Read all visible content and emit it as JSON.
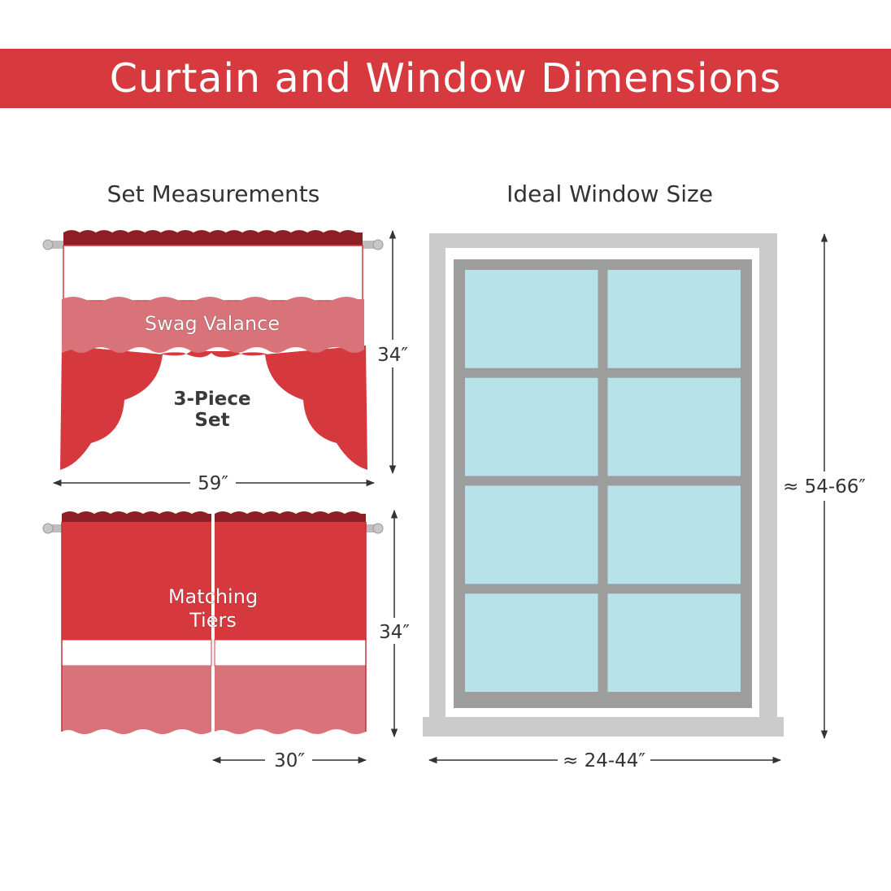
{
  "header": {
    "title": "Curtain and Window Dimensions"
  },
  "set_measurements": {
    "title": "Set Measurements",
    "swag_label": "Swag Valance",
    "set_label_line1": "3-Piece",
    "set_label_line2": "Set",
    "swag_height": "34″",
    "swag_width": "59″",
    "tiers_label_line1": "Matching",
    "tiers_label_line2": "Tiers",
    "tiers_height": "34″",
    "tier_width": "30″"
  },
  "window": {
    "title": "Ideal Window Size",
    "height_range": "≈ 54-66″",
    "width_range": "≈ 24-44″",
    "pane_rows": 4,
    "pane_cols": 2
  },
  "colors": {
    "banner_red": "#d63a3f",
    "curtain_red": "#d5383d",
    "curtain_pink": "#d8737a",
    "rod_top_dark": "#8e1f26",
    "glass": "#b8e2ea",
    "window_frame": "#9d9d9d",
    "window_outer": "#cbcbcb"
  }
}
